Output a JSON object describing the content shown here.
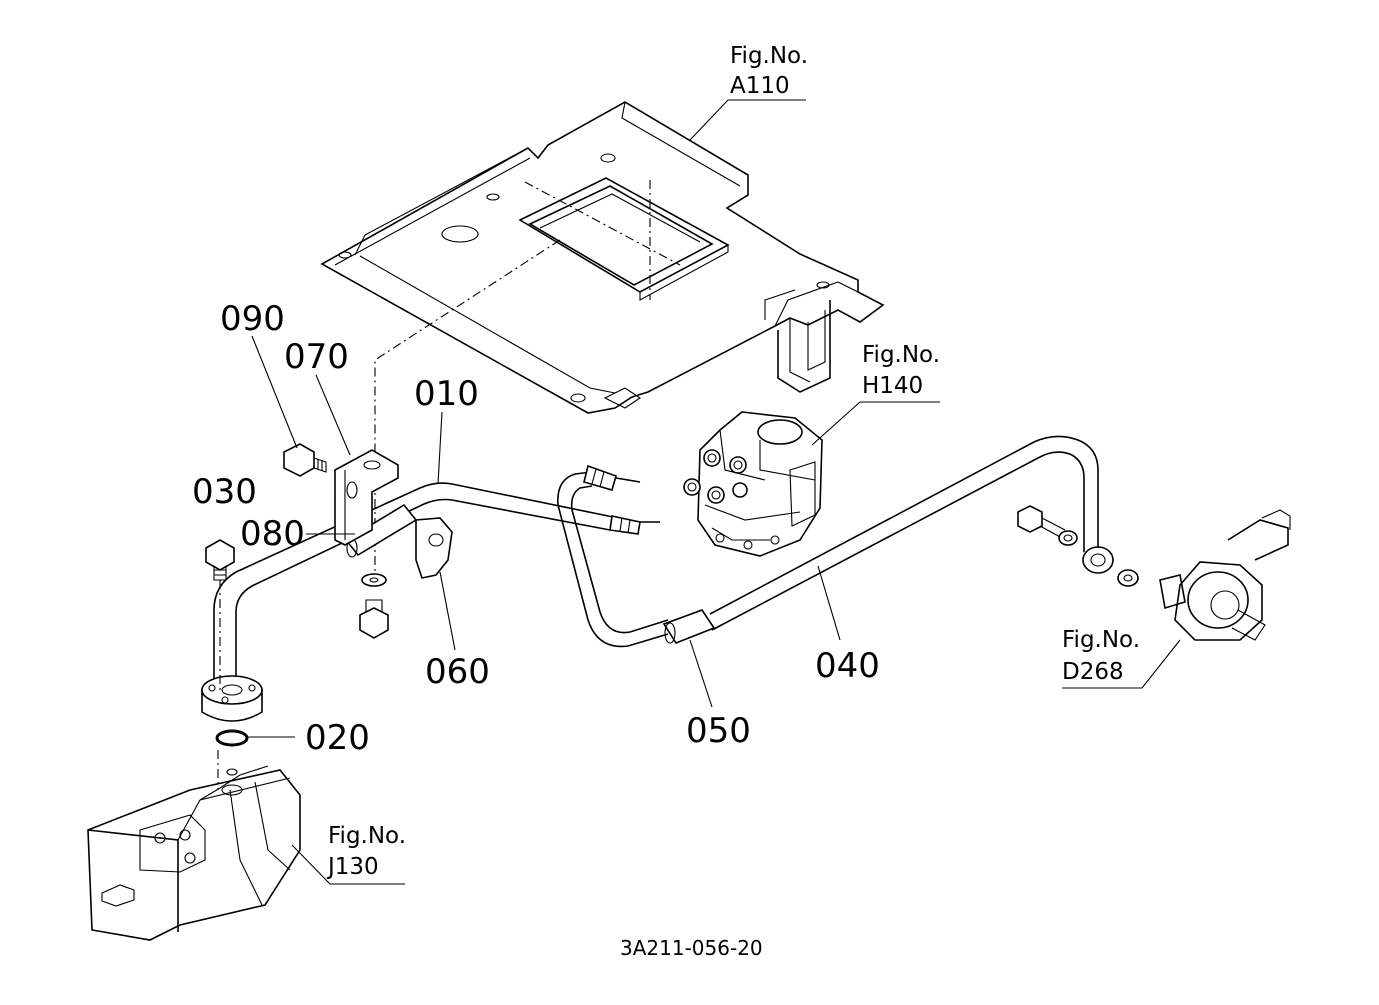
{
  "figure_refs": {
    "a110": {
      "line1": "Fig.No.",
      "line2": "A110"
    },
    "h140": {
      "line1": "Fig.No.",
      "line2": "H140"
    },
    "d268": {
      "line1": "Fig.No.",
      "line2": "D268"
    },
    "j130": {
      "line1": "Fig.No.",
      "line2": "J130"
    }
  },
  "part_labels": {
    "p090": "090",
    "p070": "070",
    "p010": "010",
    "p030": "030",
    "p080": "080",
    "p060": "060",
    "p040": "040",
    "p050": "050",
    "p020": "020"
  },
  "drawing_number": "3A211-056-20"
}
